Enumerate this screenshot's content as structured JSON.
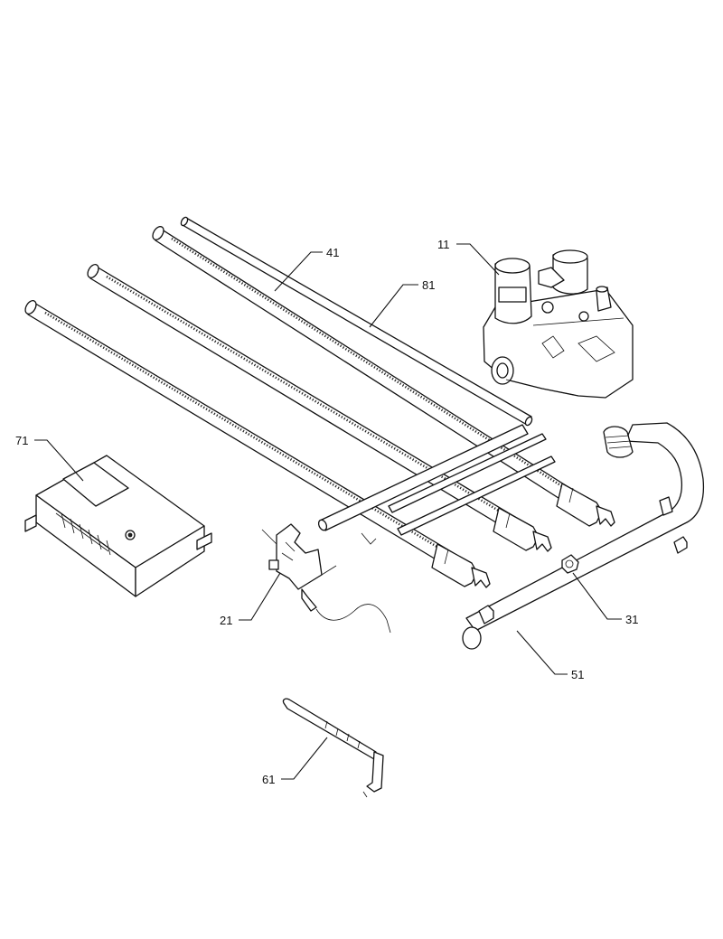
{
  "diagram": {
    "callouts": [
      {
        "id": "71",
        "label": "71"
      },
      {
        "id": "41",
        "label": "41"
      },
      {
        "id": "81",
        "label": "81"
      },
      {
        "id": "11",
        "label": "11"
      },
      {
        "id": "21",
        "label": "21"
      },
      {
        "id": "31",
        "label": "31"
      },
      {
        "id": "51",
        "label": "51"
      },
      {
        "id": "61",
        "label": "61"
      }
    ]
  }
}
